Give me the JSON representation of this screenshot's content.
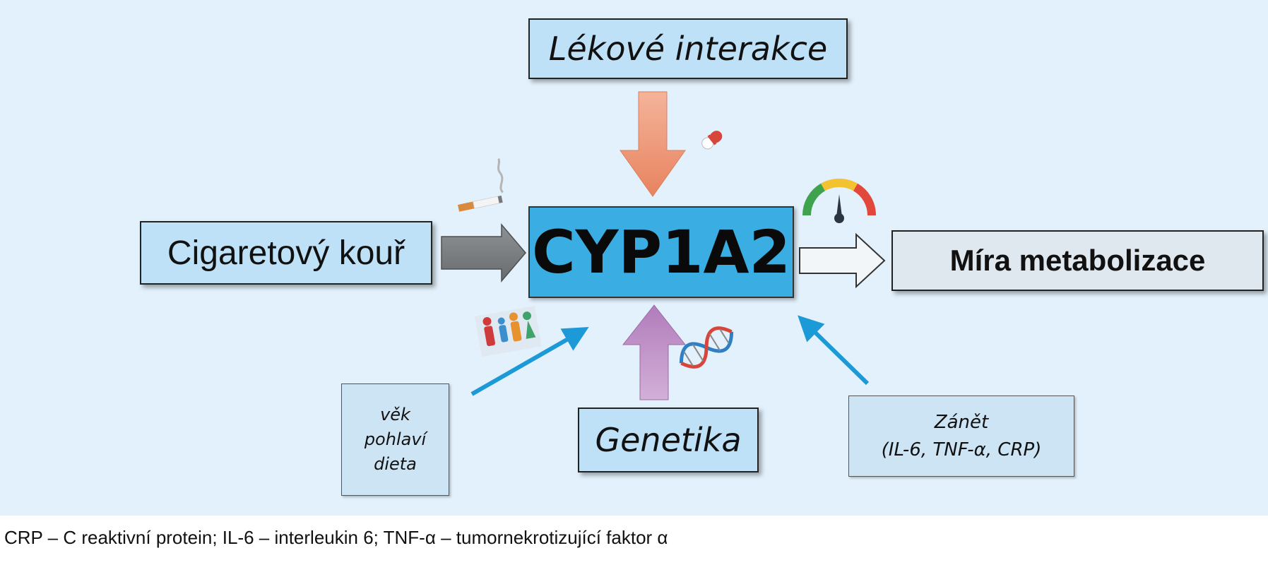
{
  "diagram": {
    "center": "CYP1A2",
    "drug_interactions": "Lékové interakce",
    "cigarette_smoke": "Cigaretový kouř",
    "metabolism_rate": "Míra metabolizace",
    "genetics": "Genetika",
    "demographics": [
      "věk",
      "pohlaví",
      "dieta"
    ],
    "inflammation": {
      "title": "Zánět",
      "markers": "(IL-6, TNF-α, CRP)"
    }
  },
  "footnote": "CRP – C reaktivní protein; IL-6 – interleukin 6; TNF-α – tumornekrotizující faktor α",
  "colors": {
    "background": "#e3f1fc",
    "center_box": "#3aaee3",
    "label_box": "#bfe1f7",
    "drug_arrow": "#ef9a7a",
    "smoke_arrow": "#7b7f80",
    "genetics_arrow": "#bf8fc6",
    "line_arrow": "#1b9ad7",
    "output_arrow": "#f3f6f8"
  },
  "icons": [
    "pill-icon",
    "cigarette-icon",
    "gauge-icon",
    "people-icon",
    "dna-icon"
  ]
}
